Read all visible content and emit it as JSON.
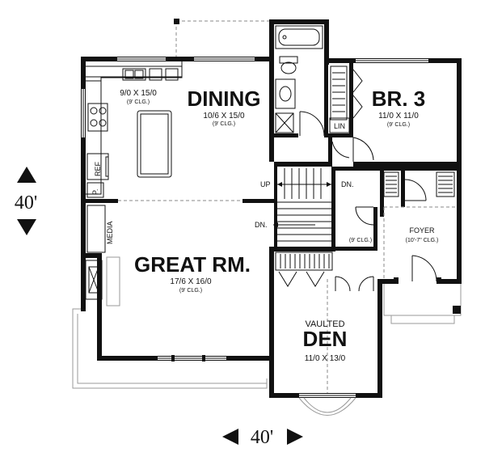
{
  "rooms": {
    "kitchen": {
      "size": "9/0 X 15/0",
      "ceiling": "(9' CLG.)"
    },
    "dining": {
      "name": "DINING",
      "size": "10/6 X 15/0",
      "ceiling": "(9' CLG.)"
    },
    "br3": {
      "name": "BR. 3",
      "size": "11/0 X 11/0",
      "ceiling": "(9' CLG.)"
    },
    "great_rm": {
      "name": "GREAT RM.",
      "size": "17/6 X 16/0",
      "ceiling": "(9' CLG.)"
    },
    "foyer": {
      "name": "FOYER",
      "ceiling": "(10'-7\" CLG.)"
    },
    "hall_ceiling": "(9' CLG.)",
    "den": {
      "prefix": "VAULTED",
      "name": "DEN",
      "size": "11/0 X 13/0"
    }
  },
  "labels": {
    "ref": "REF",
    "pantry": "P.",
    "media": "MEDIA",
    "linen": "LIN",
    "stair_up": "UP",
    "stair_dn_right": "DN.",
    "stair_dn_left": "DN."
  },
  "dimensions": {
    "depth": "40'",
    "width": "40'"
  }
}
